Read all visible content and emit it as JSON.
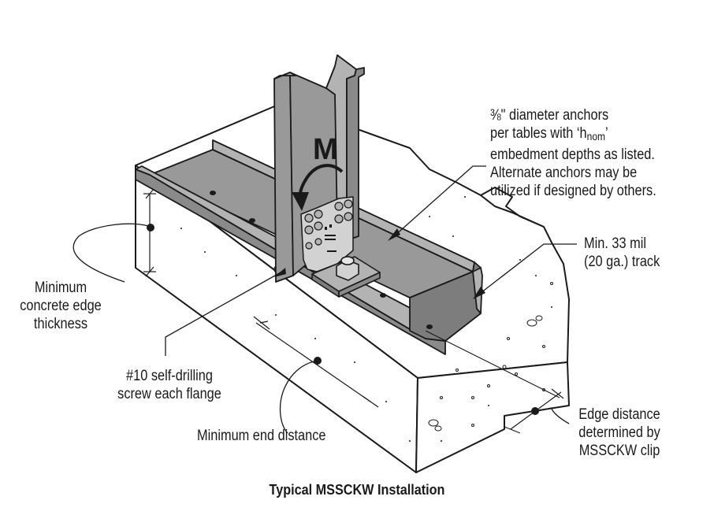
{
  "labels": {
    "moment": "M",
    "anchors": {
      "frac": "⅜",
      "line1_rest": "\" diameter anchors",
      "line2_pre": "per tables with ‘h",
      "line2_sub": "nom",
      "line2_post": "’",
      "line3": "embedment depths as listed.",
      "line4": "Alternate anchors may be",
      "line5": "utilized if designed by others."
    },
    "track": {
      "line1": "Min. 33 mil",
      "line2": "(20 ga.) track"
    },
    "edge_thickness": {
      "line1": "Minimum",
      "line2": "concrete edge",
      "line3": "thickness"
    },
    "screw": {
      "line1": "#10 self-drilling",
      "line2": "screw each flange"
    },
    "end_distance": "Minimum end distance",
    "edge_distance": {
      "line1": "Edge distance",
      "line2": "determined by",
      "line3": "MSSCKW clip"
    }
  },
  "caption": "Typical MSSCKW Installation",
  "colors": {
    "steel": "#999999",
    "steel_dark": "#7d7d7d",
    "steel_light": "#b3b3b3",
    "clip": "#d2d2d2",
    "concrete": "#ffffff",
    "outline": "#1a1a1a"
  }
}
